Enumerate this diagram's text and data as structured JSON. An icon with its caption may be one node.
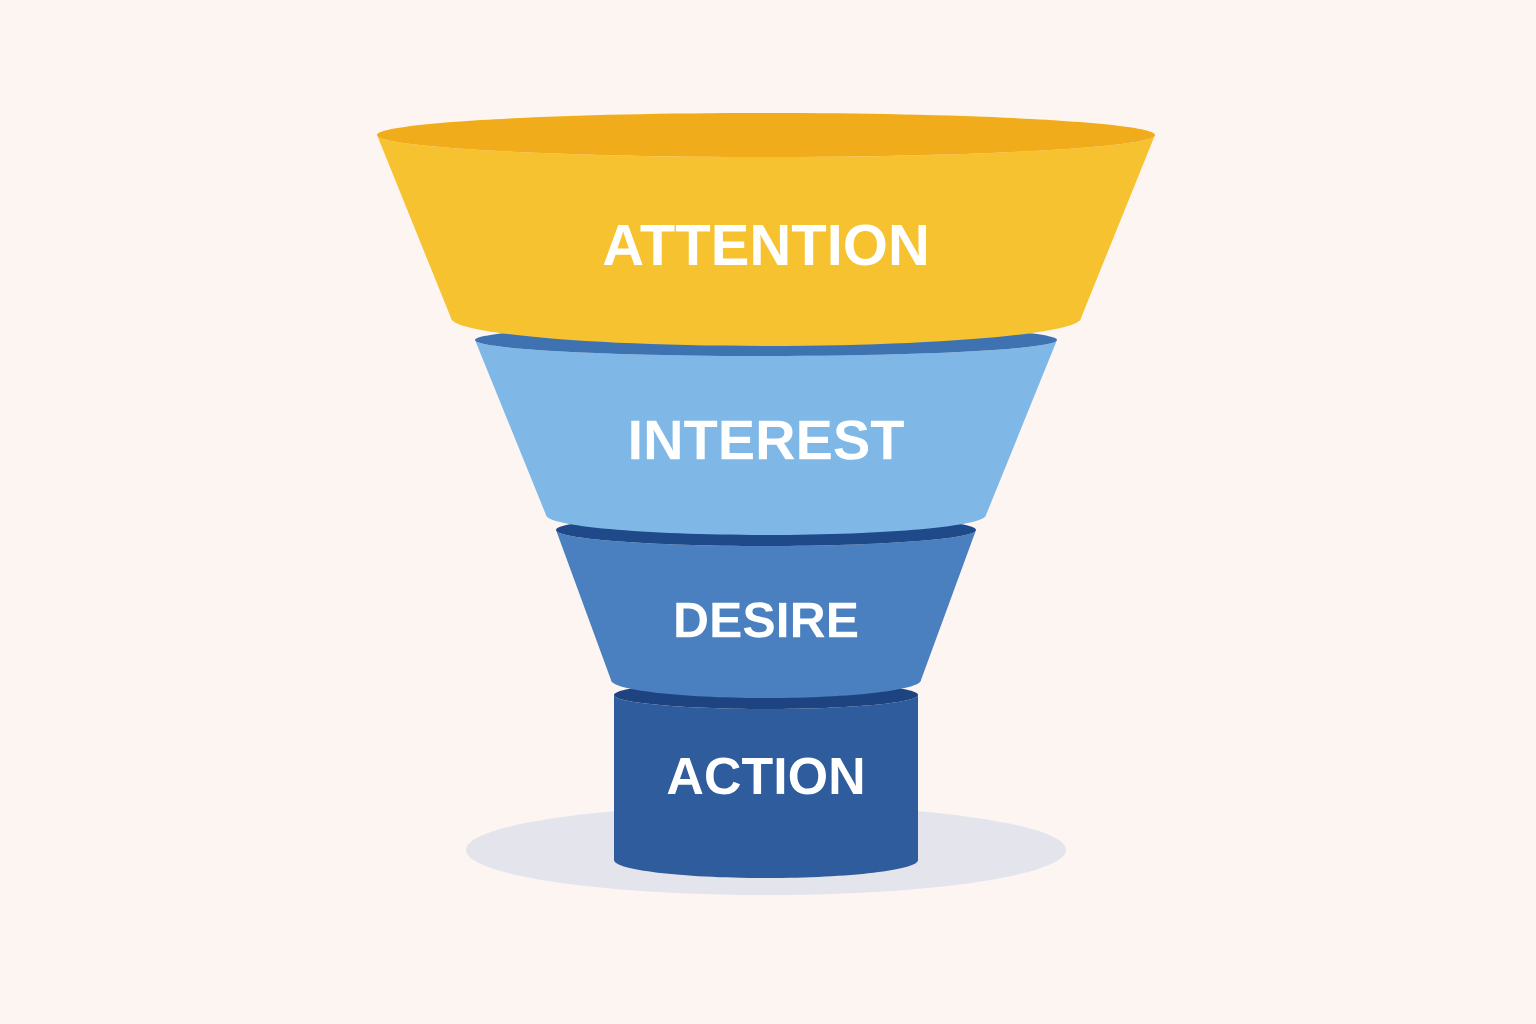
{
  "diagram": {
    "nodes": [
      {
        "text": [
          "ATTENTION"
        ]
      },
      {
        "text": [
          "INTEREST"
        ]
      },
      {
        "text": [
          "DESIRE"
        ]
      },
      {
        "text": [
          "ACTION"
        ]
      }
    ]
  }
}
